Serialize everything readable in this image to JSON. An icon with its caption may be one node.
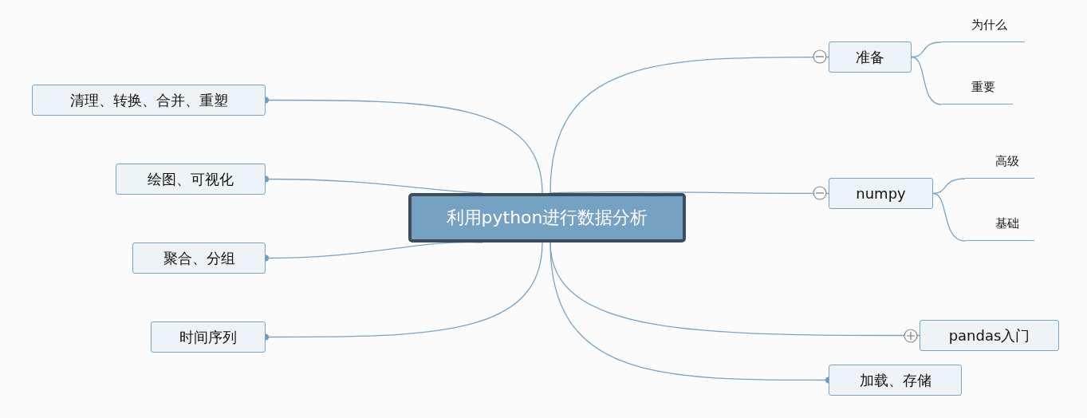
{
  "diagram": {
    "nodes": [
      {
        "text": [
          "利用python进行数据分析"
        ]
      },
      {
        "text": [
          "准备"
        ]
      },
      {
        "text": [
          "为什么"
        ]
      },
      {
        "text": [
          "重要"
        ]
      },
      {
        "text": [
          "numpy"
        ]
      },
      {
        "text": [
          "高级"
        ]
      },
      {
        "text": [
          "基础"
        ]
      },
      {
        "text": [
          "pandas入门"
        ]
      },
      {
        "text": [
          "加载、存储"
        ]
      },
      {
        "text": [
          "清理、转换、合并、重塑"
        ]
      },
      {
        "text": [
          "绘图、可视化"
        ]
      },
      {
        "text": [
          "聚合、分组"
        ]
      },
      {
        "text": [
          "时间序列"
        ]
      }
    ],
    "edges": [
      {
        "from": 0,
        "to": 1,
        "arrow": "none"
      },
      {
        "from": 1,
        "to": 2,
        "arrow": "none"
      },
      {
        "from": 1,
        "to": 3,
        "arrow": "none"
      },
      {
        "from": 0,
        "to": 4,
        "arrow": "none"
      },
      {
        "from": 4,
        "to": 5,
        "arrow": "none"
      },
      {
        "from": 4,
        "to": 6,
        "arrow": "none"
      },
      {
        "from": 0,
        "to": 7,
        "arrow": "none"
      },
      {
        "from": 0,
        "to": 8,
        "arrow": "other"
      },
      {
        "from": 0,
        "to": 9,
        "arrow": "other"
      },
      {
        "from": 0,
        "to": 10,
        "arrow": "other"
      },
      {
        "from": 0,
        "to": 11,
        "arrow": "other"
      },
      {
        "from": 0,
        "to": 12,
        "arrow": "other"
      }
    ]
  }
}
